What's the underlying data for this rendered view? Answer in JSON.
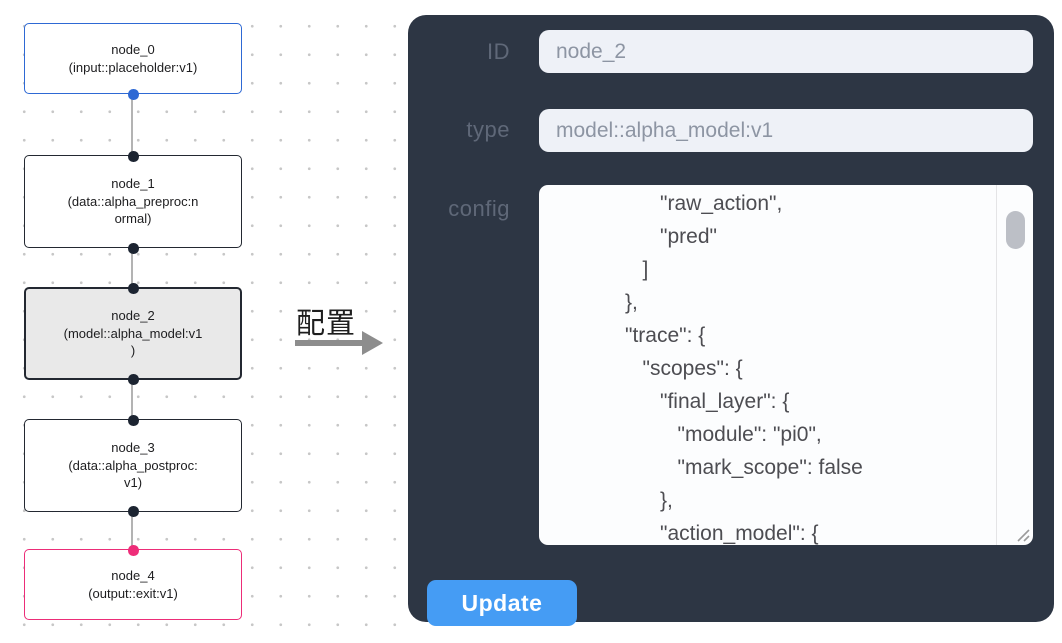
{
  "flowchart": {
    "nodes": [
      {
        "id": "node_0",
        "title": "node_0",
        "subtitle": "(input::placeholder:v1)",
        "role": "input"
      },
      {
        "id": "node_1",
        "title": "node_1",
        "subtitle": "(data::alpha_preproc:n\normal)",
        "role": "data"
      },
      {
        "id": "node_2",
        "title": "node_2",
        "subtitle": "(model::alpha_model:v1\n)",
        "role": "model",
        "selected": true
      },
      {
        "id": "node_3",
        "title": "node_3",
        "subtitle": "(data::alpha_postproc:\nv1)",
        "role": "data"
      },
      {
        "id": "node_4",
        "title": "node_4",
        "subtitle": "(output::exit:v1)",
        "role": "output"
      }
    ]
  },
  "transition": {
    "label": "配置"
  },
  "panel": {
    "fields": {
      "id": {
        "label": "ID",
        "value": "node_2"
      },
      "type": {
        "label": "type",
        "value": "model::alpha_model:v1"
      },
      "config": {
        "label": "config",
        "value": "                  \"raw_action\",\n                  \"pred\"\n               ]\n            },\n            \"trace\": {\n               \"scopes\": {\n                  \"final_layer\": {\n                     \"module\": \"pi0\",\n                     \"mark_scope\": false\n                  },\n                  \"action_model\": {"
      }
    },
    "update_button": "Update"
  },
  "colors": {
    "panel_bg": "#2d3644",
    "button_blue": "#459cf4",
    "input_node_blue": "#2e69d4",
    "output_node_pink": "#ec2d78",
    "default_node_border": "#232831",
    "selected_node_fill": "#e9e9e9",
    "field_bg": "#eef1f7"
  }
}
